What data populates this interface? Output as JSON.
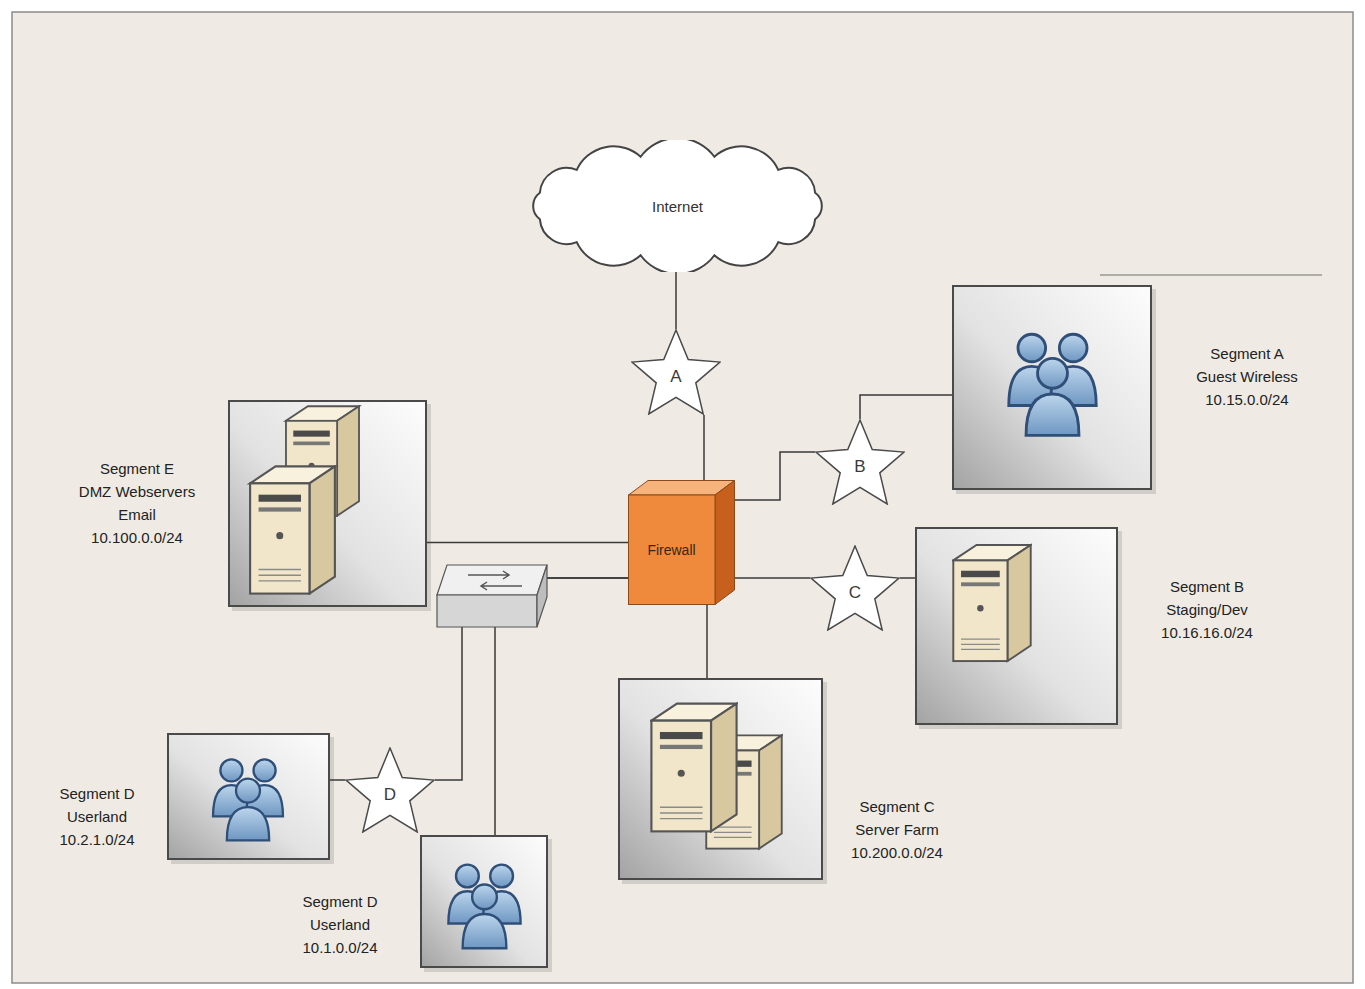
{
  "diagram": {
    "nodes": [
      {
        "text": [
          "Internet"
        ]
      },
      {
        "text": [
          "A"
        ]
      },
      {
        "text": [
          "Segment A",
          "Guest Wireless",
          "10.15.0.0/24"
        ]
      },
      {
        "text": [
          "B"
        ]
      },
      {
        "text": [
          "Segment E",
          "DMZ Webservers Email",
          "10.100.0.0/24"
        ]
      },
      {
        "text": [
          "Firewall"
        ]
      },
      {
        "text": [
          "C"
        ]
      },
      {
        "text": [
          "Segment B",
          "Staging/Dev",
          "10.16.16.0/24"
        ]
      },
      {
        "text": [
          "Segment C",
          "Server Farm",
          "10.200.0.0/24"
        ]
      },
      {
        "text": [
          "D"
        ]
      },
      {
        "text": [
          "Segment D",
          "Userland",
          "10.2.1.0/24"
        ]
      },
      {
        "text": [
          "Segment D",
          "Userland",
          "10.1.0.0/24"
        ]
      }
    ],
    "edges": [
      {
        "from": 0,
        "to": 1,
        "arrow": "none"
      },
      {
        "from": 1,
        "to": 5,
        "arrow": "none"
      },
      {
        "from": 5,
        "to": 3,
        "arrow": "none"
      },
      {
        "from": 3,
        "to": 2,
        "arrow": "none"
      },
      {
        "from": 5,
        "to": 6,
        "arrow": "none"
      },
      {
        "from": 6,
        "to": 7,
        "arrow": "none"
      },
      {
        "from": 5,
        "to": 8,
        "arrow": "none"
      },
      {
        "from": 4,
        "to": 5,
        "arrow": "none"
      },
      {
        "from": 5,
        "to": 9,
        "arrow": "none"
      },
      {
        "from": 9,
        "to": 10,
        "arrow": "none"
      },
      {
        "from": 5,
        "to": 11,
        "arrow": "none"
      }
    ]
  }
}
